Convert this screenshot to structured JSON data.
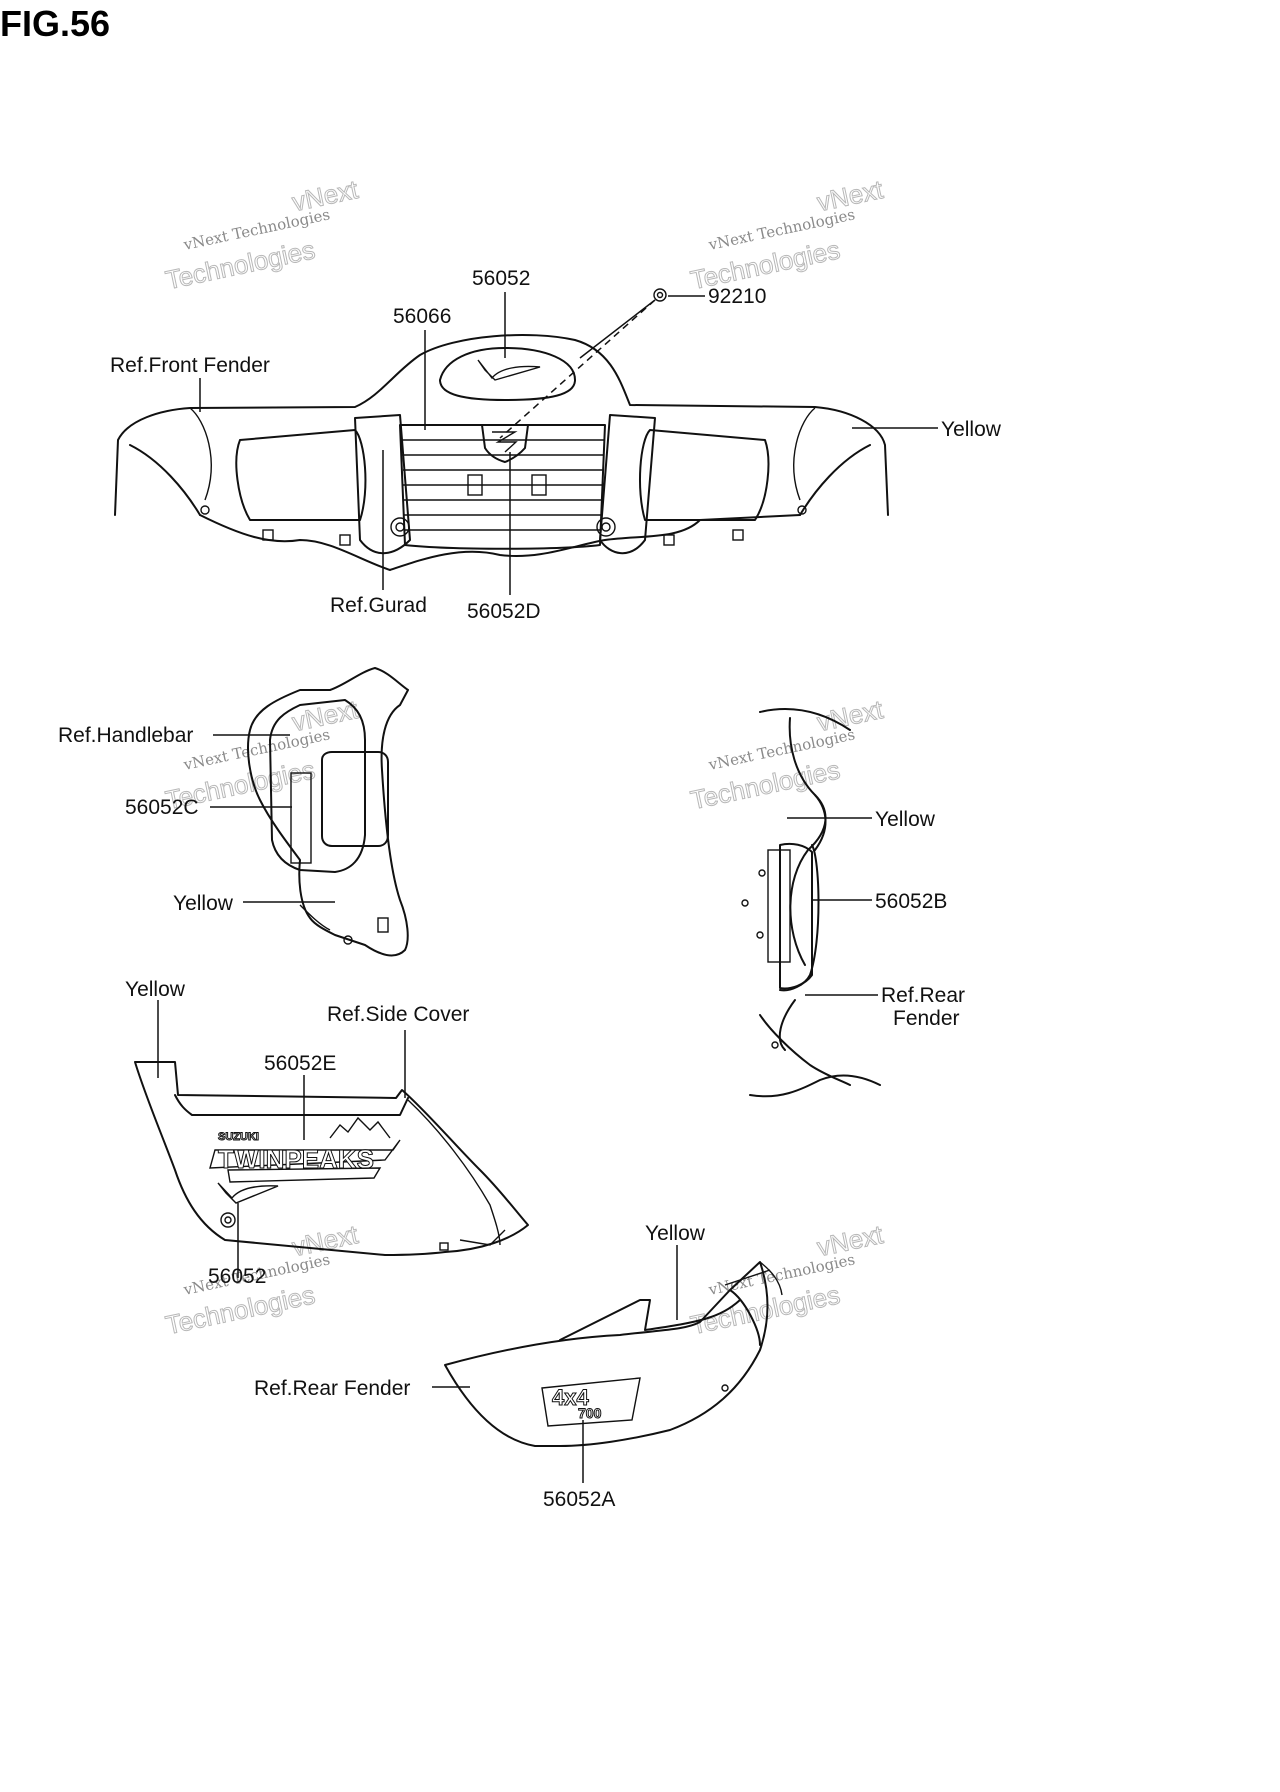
{
  "figure": {
    "title": "FIG.56"
  },
  "watermark": {
    "line1": "vNext Technologies",
    "line2": "Technologies",
    "line3": "vNext"
  },
  "decals": {
    "suzuki": "SUZUKI",
    "twinpeaks": "TWINPEAKS",
    "four_by_four": "4x4",
    "seven_hundred": "700"
  },
  "labels": {
    "p56052_top": "56052",
    "p92210": "92210",
    "p56066": "56066",
    "ref_front_fender": "Ref.Front Fender",
    "yellow_front": "Yellow",
    "ref_gurad": "Ref.Gurad",
    "p56052D": "56052D",
    "ref_handlebar": "Ref.Handlebar",
    "p56052C": "56052C",
    "yellow_handlebar": "Yellow",
    "yellow_rear_top": "Yellow",
    "p56052B": "56052B",
    "ref_rear_fender_right_1": "Ref.Rear",
    "ref_rear_fender_right_2": "Fender",
    "yellow_side": "Yellow",
    "ref_side_cover": "Ref.Side Cover",
    "p56052E": "56052E",
    "p56052_side": "56052",
    "yellow_rear_bottom": "Yellow",
    "ref_rear_fender_bottom": "Ref.Rear Fender",
    "p56052A": "56052A"
  }
}
